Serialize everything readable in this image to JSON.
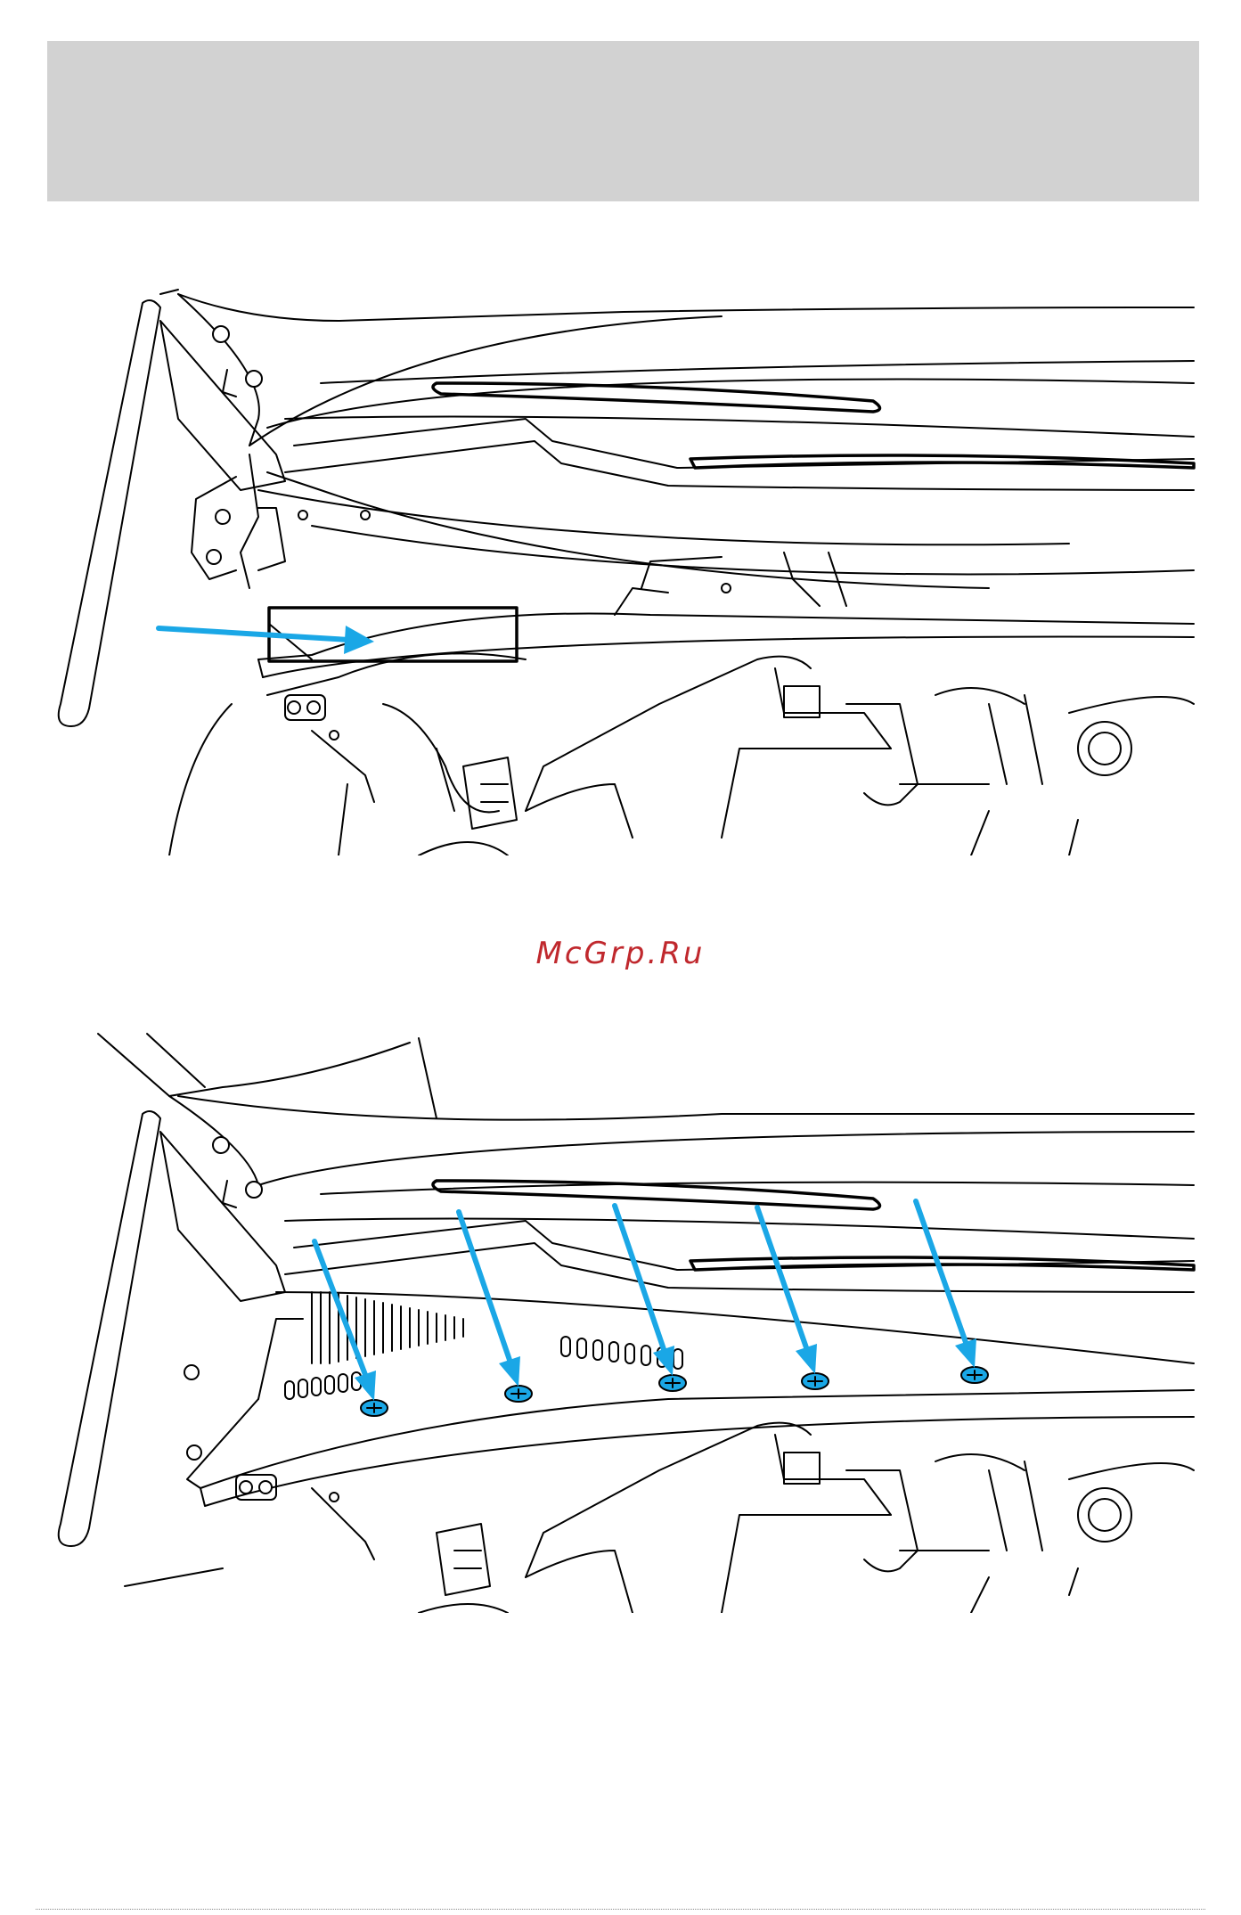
{
  "header": {
    "color": "#d2d2d2"
  },
  "watermark": {
    "text": "McGrp.Ru",
    "color": "#c0282d"
  },
  "figures": [
    {
      "name": "cowl-filter-removal",
      "accent": "#1aa7e6",
      "icons": [
        "arrow-icon"
      ]
    },
    {
      "name": "cowl-screw-locations",
      "accent": "#1aa7e6",
      "icons": [
        "arrow-icon",
        "screw-icon"
      ],
      "screw_count": 5
    }
  ]
}
